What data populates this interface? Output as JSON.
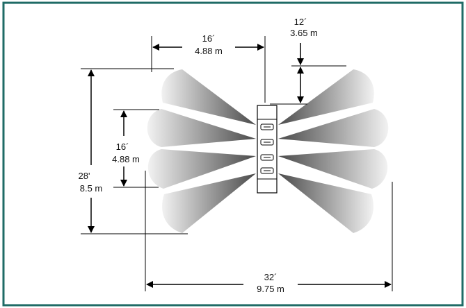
{
  "colors": {
    "frame": "#1f6b66",
    "beam_dark": "#4a4a4a",
    "beam_light": "#f2f2f2",
    "line": "#000000"
  },
  "diagram": {
    "beam_count": 8,
    "detector_count": 4,
    "labels": {
      "top_width": {
        "ft": "16´",
        "m": "4.88 m"
      },
      "beam_spacing": {
        "ft": "12´",
        "m": "3.65 m"
      },
      "inner_height": {
        "ft": "16´",
        "m": "4.88 m"
      },
      "total_height": {
        "ft": "28'",
        "m": "8.5 m"
      },
      "total_width": {
        "ft": "32´",
        "m": "9.75 m"
      }
    }
  }
}
